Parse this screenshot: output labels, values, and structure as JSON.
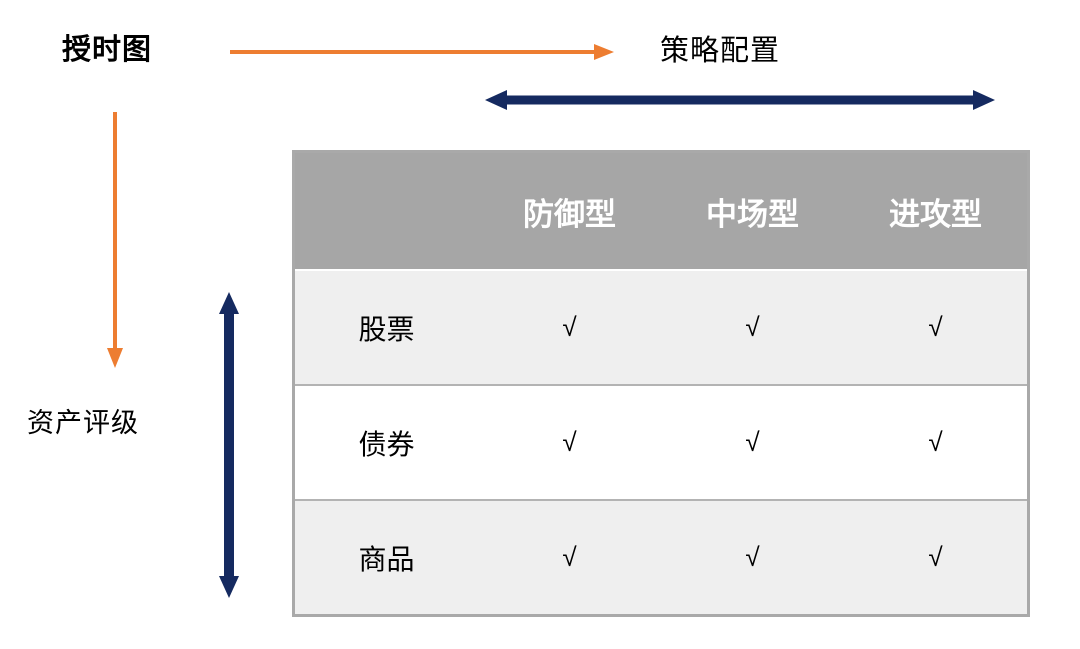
{
  "diagram": {
    "timing_label": "授时图",
    "strategy_label": "策略配置",
    "asset_rating_label": "资产评级",
    "arrows": [
      {
        "name": "timing-to-strategy-arrow",
        "direction": "right",
        "color": "#ed7d31"
      },
      {
        "name": "strategy-span-arrow",
        "direction": "left-right",
        "color": "#152a60"
      },
      {
        "name": "timing-to-asset-arrow",
        "direction": "down",
        "color": "#ed7d31"
      },
      {
        "name": "asset-span-arrow",
        "direction": "up-down",
        "color": "#152a60"
      }
    ]
  },
  "table": {
    "header": [
      "",
      "防御型",
      "中场型",
      "进攻型"
    ],
    "rows": [
      {
        "label": "股票",
        "values": [
          "√",
          "√",
          "√"
        ]
      },
      {
        "label": "债券",
        "values": [
          "√",
          "√",
          "√"
        ]
      },
      {
        "label": "商品",
        "values": [
          "√",
          "√",
          "√"
        ]
      }
    ]
  },
  "colors": {
    "accent_orange": "#ed7d31",
    "accent_navy": "#152a60",
    "header_bg": "#a6a6a6",
    "header_text": "#ffffff",
    "row_alt_bg": "#efefef",
    "row_plain_bg": "#ffffff",
    "table_border": "#a9a9a9"
  }
}
